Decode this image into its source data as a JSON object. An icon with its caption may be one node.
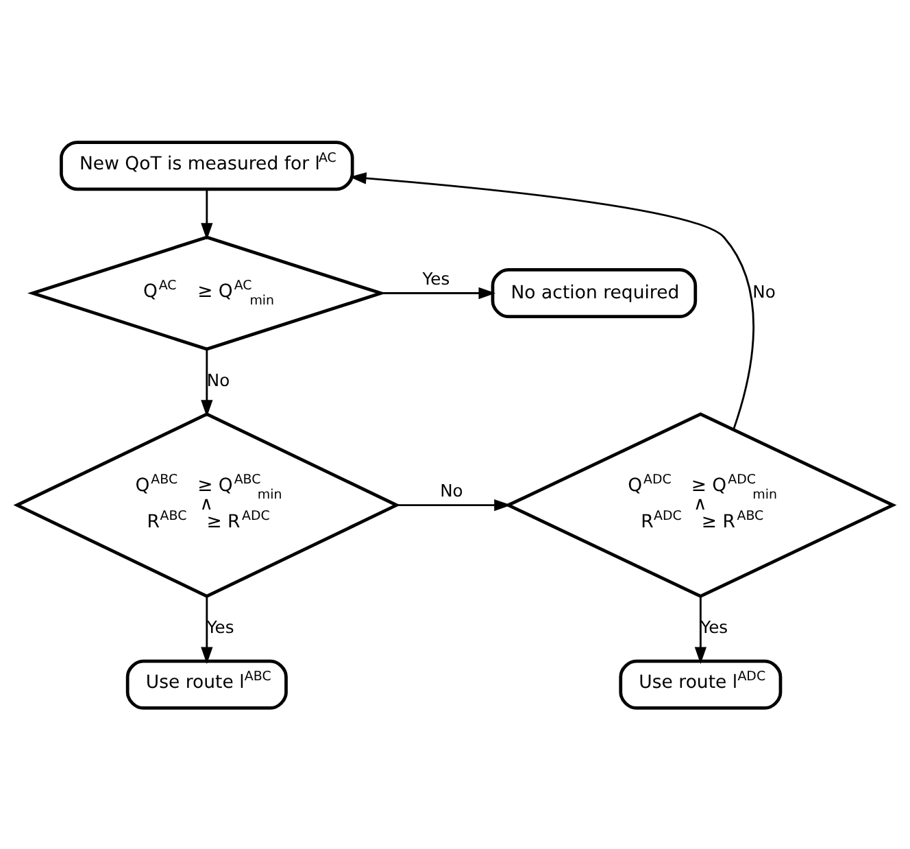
{
  "diagram": {
    "nodes": [
      {
        "text": [
          "New QoT is measured for l$^{AC}$"
        ]
      },
      {
        "text": [
          "Q$^{AC}$ ≥ Q$^{AC}$$_{min}$"
        ]
      },
      {
        "text": [
          "No action required"
        ]
      },
      {
        "text": [
          "Q$^{ABC}$ ≥ Q$^{ABC}$$_{min}$",
          "∧",
          "R$^{ABC}$ ≥ R$^{ADC}$"
        ]
      },
      {
        "text": [
          "Q$^{ADC}$ ≥ Q$^{ADC}$$_{min}$",
          "∧",
          "R$^{ADC}$ ≥ R$^{ABC}$"
        ]
      },
      {
        "text": [
          "Use route l$^{ABC}$"
        ]
      },
      {
        "text": [
          "Use route l$^{ADC}$"
        ]
      }
    ],
    "edges": [
      {
        "from": 0,
        "to": 1,
        "arrow": "to"
      },
      {
        "from": 1,
        "to": 2,
        "arrow": "to",
        "label": "Yes"
      },
      {
        "from": 1,
        "to": 3,
        "arrow": "to",
        "label": "No"
      },
      {
        "from": 3,
        "to": 4,
        "arrow": "to",
        "label": "No"
      },
      {
        "from": 3,
        "to": 5,
        "arrow": "to",
        "label": "Yes"
      },
      {
        "from": 4,
        "to": 6,
        "arrow": "to",
        "label": "Yes"
      },
      {
        "from": 4,
        "to": 0,
        "arrow": "to",
        "label": "No"
      }
    ]
  }
}
